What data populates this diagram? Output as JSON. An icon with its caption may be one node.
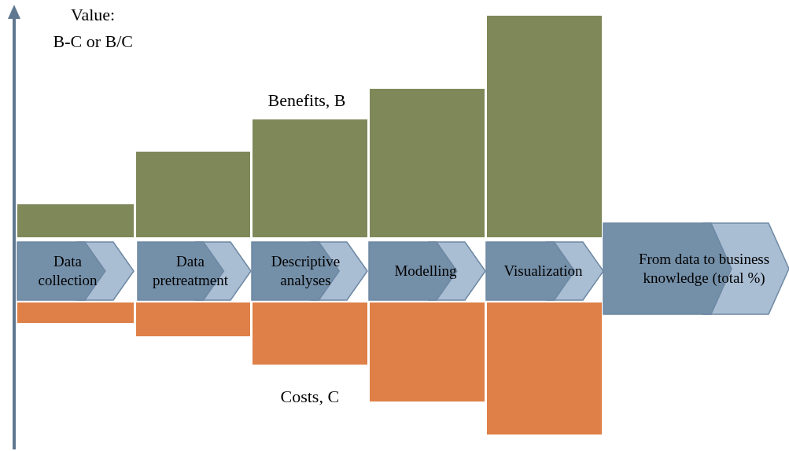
{
  "diagram": {
    "nodes": [
      {
        "text": [
          "Data collection"
        ]
      },
      {
        "text": [
          "Data pretreatment"
        ]
      },
      {
        "text": [
          "Descriptive analyses"
        ]
      },
      {
        "text": [
          "Modelling"
        ]
      },
      {
        "text": [
          "Visualization"
        ]
      },
      {
        "text": [
          "From data to business knowledge (total %)"
        ]
      }
    ],
    "edges": [],
    "labels": [
      "Value:",
      "B-C or B/C",
      "Benefits, B",
      "Costs, C"
    ]
  }
}
